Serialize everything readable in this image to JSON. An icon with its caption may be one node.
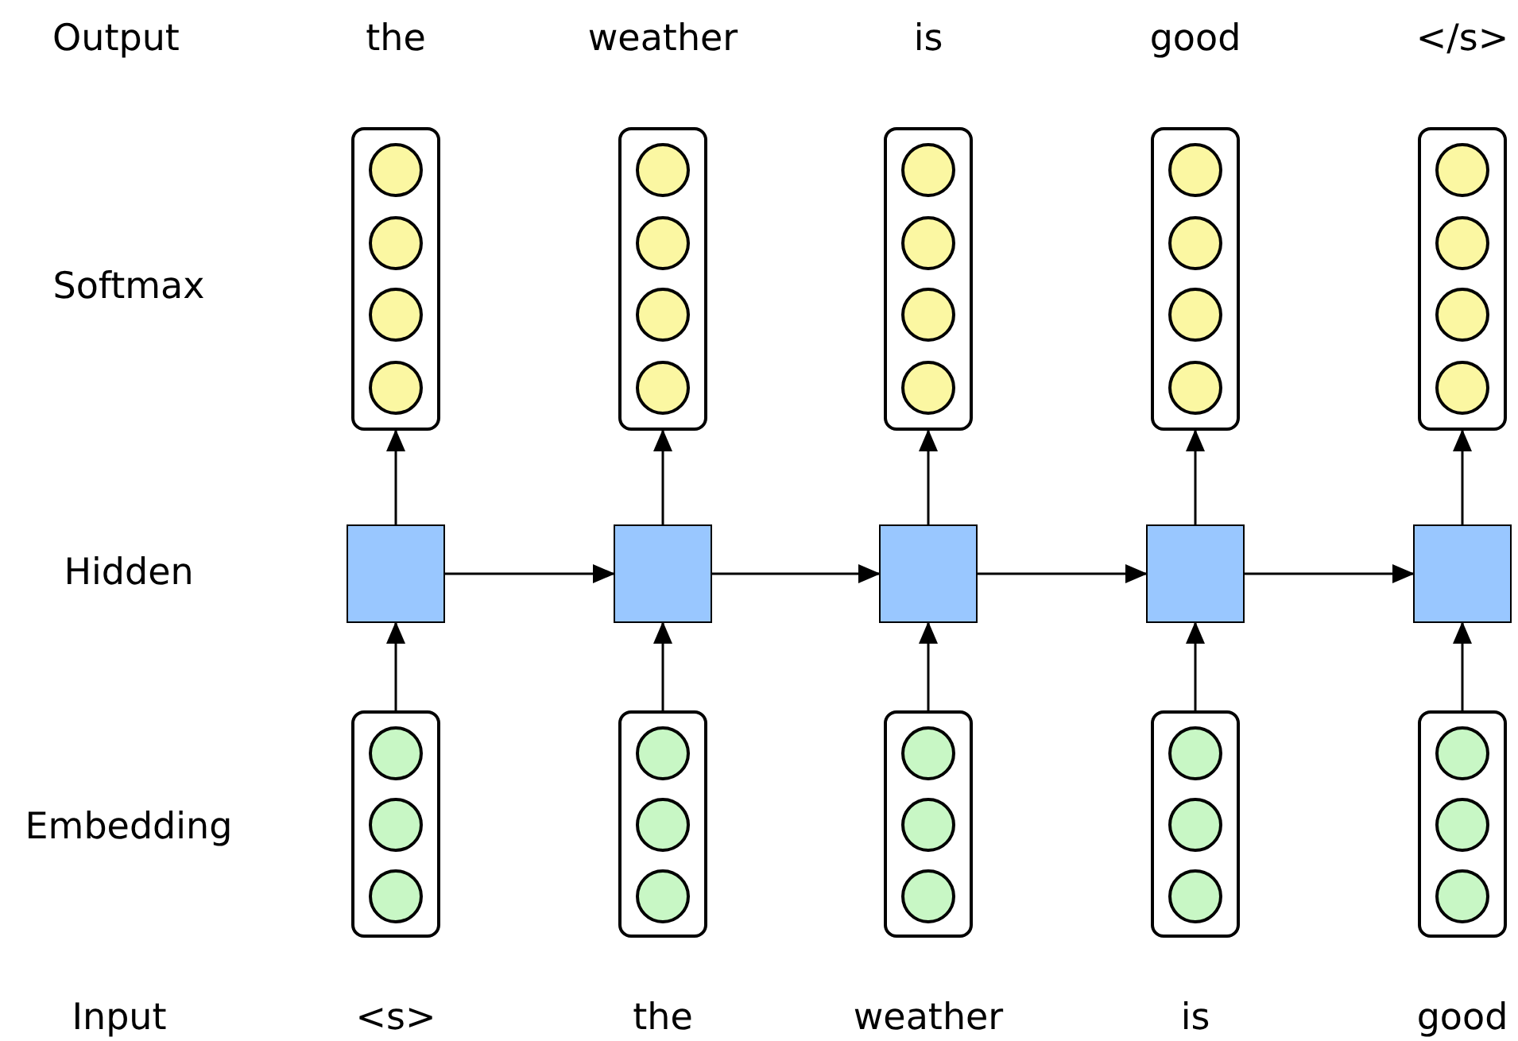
{
  "diagram": {
    "nodes": [
      {
        "text": [],
        "shape": "box"
      },
      {
        "text": [],
        "shape": "box"
      },
      {
        "text": [],
        "shape": "box"
      },
      {
        "text": [],
        "shape": "box"
      },
      {
        "text": [],
        "shape": "box"
      },
      {
        "text": [],
        "shape": "box"
      },
      {
        "text": [],
        "shape": "box"
      },
      {
        "text": [],
        "shape": "box"
      },
      {
        "text": [],
        "shape": "box"
      },
      {
        "text": [],
        "shape": "box"
      },
      {
        "text": [],
        "shape": "box"
      },
      {
        "text": [],
        "shape": "box"
      },
      {
        "text": [],
        "shape": "box"
      },
      {
        "text": [],
        "shape": "box"
      },
      {
        "text": [],
        "shape": "box"
      }
    ],
    "edges": [
      {
        "from": 10,
        "to": 5,
        "arrow": "to"
      },
      {
        "from": 11,
        "to": 6,
        "arrow": "to"
      },
      {
        "from": 12,
        "to": 7,
        "arrow": "to"
      },
      {
        "from": 13,
        "to": 8,
        "arrow": "to"
      },
      {
        "from": 14,
        "to": 9,
        "arrow": "to"
      },
      {
        "from": 5,
        "to": 0,
        "arrow": "to"
      },
      {
        "from": 6,
        "to": 1,
        "arrow": "to"
      },
      {
        "from": 7,
        "to": 2,
        "arrow": "to"
      },
      {
        "from": 8,
        "to": 3,
        "arrow": "to"
      },
      {
        "from": 9,
        "to": 4,
        "arrow": "to"
      },
      {
        "from": 5,
        "to": 6,
        "arrow": "to"
      },
      {
        "from": 6,
        "to": 7,
        "arrow": "to"
      },
      {
        "from": 7,
        "to": 8,
        "arrow": "to"
      },
      {
        "from": 8,
        "to": 9,
        "arrow": "to"
      }
    ],
    "labels": [
      "Output",
      "the",
      "weather",
      "is",
      "good",
      "</s>",
      "Softmax",
      "Hidden",
      "Embedding",
      "Input",
      "<s>",
      "the",
      "weather",
      "is",
      "good"
    ]
  }
}
